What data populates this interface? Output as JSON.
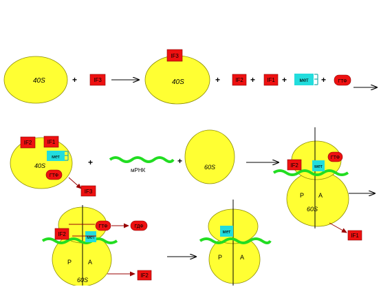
{
  "colors": {
    "subunit_fill": "#ffff33",
    "subunit_stroke": "#8a8a00",
    "factor_fill": "#ee1111",
    "factor_text": "#000000",
    "met_fill": "#22dddd",
    "mrna": "#22dd22",
    "arrow": "#000000",
    "release_arrow": "#990000"
  },
  "labels": {
    "small_subunit": "40S",
    "large_subunit": "60S",
    "if1": "IF1",
    "if2": "IF2",
    "if3": "IF3",
    "gtp": "ГТФ",
    "gdp": "ГДФ",
    "met": "мет",
    "mrna": "мРНК",
    "site_p": "P",
    "site_a": "A",
    "plus": "+"
  }
}
